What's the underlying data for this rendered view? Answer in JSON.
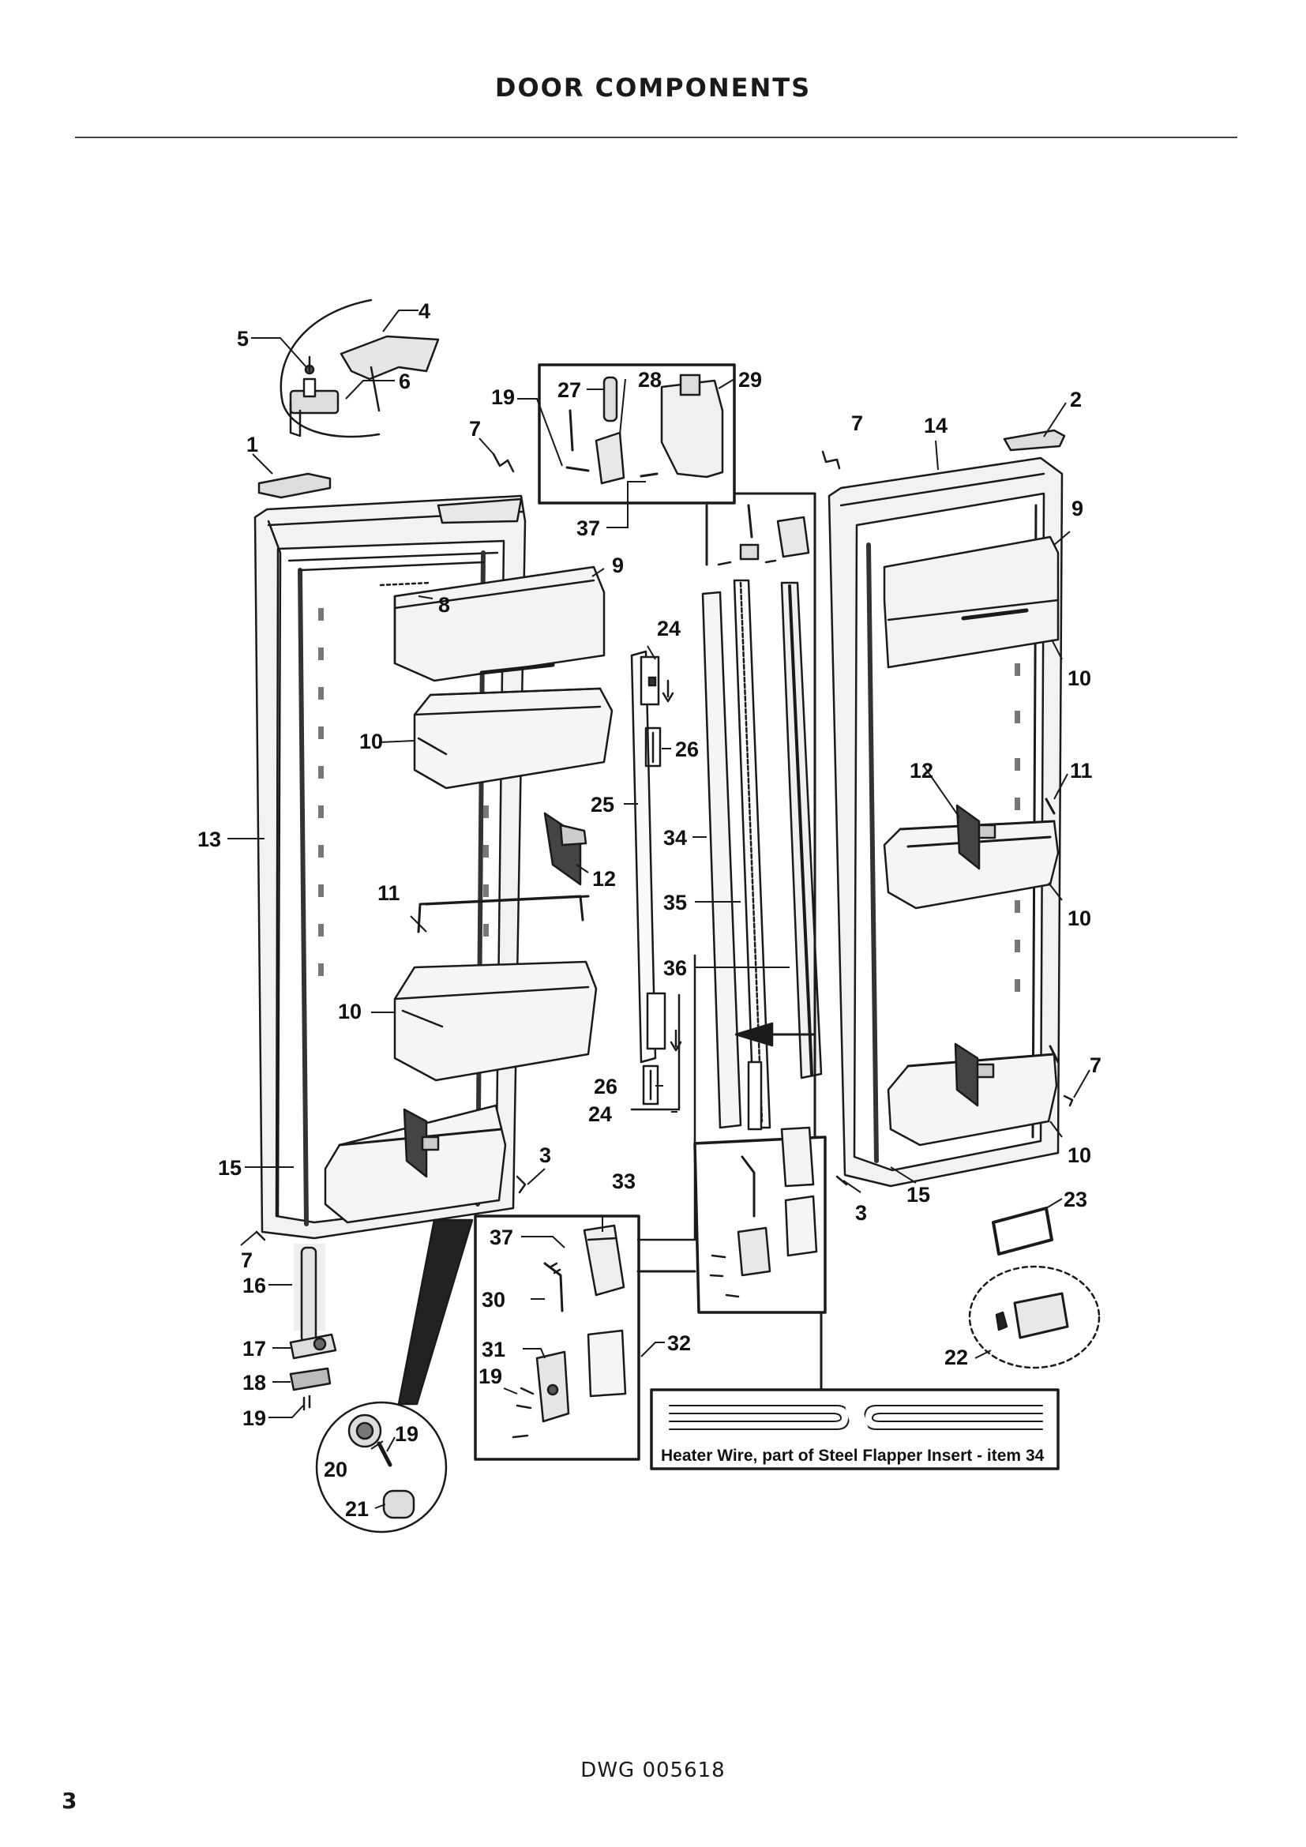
{
  "header": {
    "title": "DOOR COMPONENTS"
  },
  "callouts": {
    "c1": "1",
    "c2": "2",
    "c3": "3",
    "c4": "4",
    "c5": "5",
    "c6": "6",
    "c7": "7",
    "c8": "8",
    "c9": "9",
    "c10": "10",
    "c11": "11",
    "c12": "12",
    "c13": "13",
    "c14": "14",
    "c15": "15",
    "c16": "16",
    "c17": "17",
    "c18": "18",
    "c19": "19",
    "c20": "20",
    "c21": "21",
    "c22": "22",
    "c23": "23",
    "c24": "24",
    "c25": "25",
    "c26": "26",
    "c27": "27",
    "c28": "28",
    "c29": "29",
    "c30": "30",
    "c31": "31",
    "c32": "32",
    "c33": "33",
    "c34": "34",
    "c35": "35",
    "c36": "36",
    "c37": "37"
  },
  "heater_caption": {
    "text": "Heater Wire, part of Steel Flapper Insert - item",
    "item": "34"
  },
  "footer": {
    "drawing_number": "DWG 005618",
    "page_number": "3"
  }
}
